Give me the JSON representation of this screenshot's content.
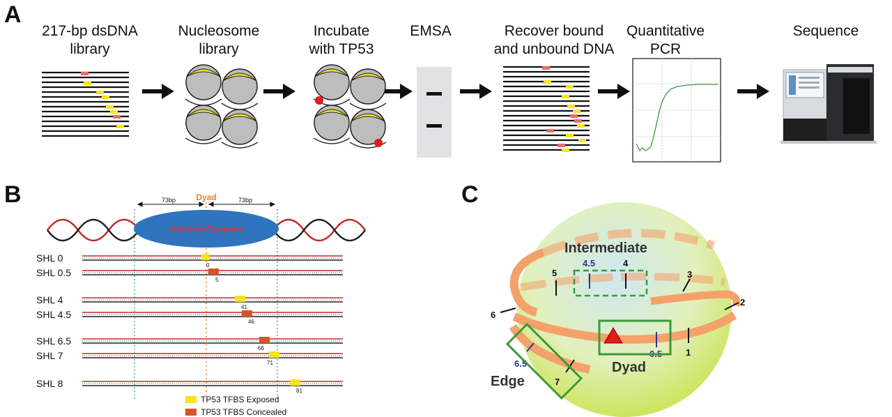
{
  "panelA": {
    "letter": "A",
    "steps": [
      {
        "line1": "217-bp dsDNA",
        "line2": "library"
      },
      {
        "line1": "Nucleosome",
        "line2": "library"
      },
      {
        "line1": "Incubate",
        "line2": "with TP53"
      },
      {
        "line1": "EMSA",
        "line2": ""
      },
      {
        "line1": "Recover bound",
        "line2": "and unbound DNA"
      },
      {
        "line1": "Quantitative",
        "line2": "PCR"
      },
      {
        "line1": "Sequence",
        "line2": ""
      }
    ]
  },
  "panelB": {
    "letter": "B",
    "dyad": "Dyad",
    "left_span": "73bp",
    "right_span": "73bp",
    "octamer": "Histone Octamer",
    "rows": [
      {
        "label": "SHL 0",
        "pos": "0",
        "state": "exposed"
      },
      {
        "label": "SHL 0.5",
        "pos": "5",
        "state": "concealed"
      },
      {
        "label": "SHL 4",
        "pos": "41",
        "state": "exposed"
      },
      {
        "label": "SHL 4.5",
        "pos": "46",
        "state": "concealed"
      },
      {
        "label": "SHL 6.5",
        "pos": "66",
        "state": "concealed"
      },
      {
        "label": "SHL 7",
        "pos": "71",
        "state": "exposed"
      },
      {
        "label": "SHL 8",
        "pos": "81",
        "state": "exposed"
      }
    ],
    "legend": [
      {
        "label": "TP53 TFBS Exposed",
        "color": "#f5e51b"
      },
      {
        "label": "TP53 TFBS Concealed",
        "color": "#d2562c"
      }
    ]
  },
  "panelC": {
    "letter": "C",
    "intermediate": "Intermediate",
    "dyad": "Dyad",
    "edge": "Edge",
    "ticks": [
      "1",
      "2",
      "3",
      "4",
      "5",
      "6",
      "7"
    ],
    "half_ticks": [
      "0.5",
      "4.5",
      "6.5"
    ]
  },
  "colors": {
    "exposed": "#f5e51b",
    "concealed": "#d2562c",
    "octamer": "#2f74bd",
    "dyad_label": "#ef7d2c",
    "octamer_text": "#e8312f",
    "dna_wrap": "#f4a16a",
    "box_green": "#3a9a3a",
    "half_tick_blue": "#2a3590"
  }
}
